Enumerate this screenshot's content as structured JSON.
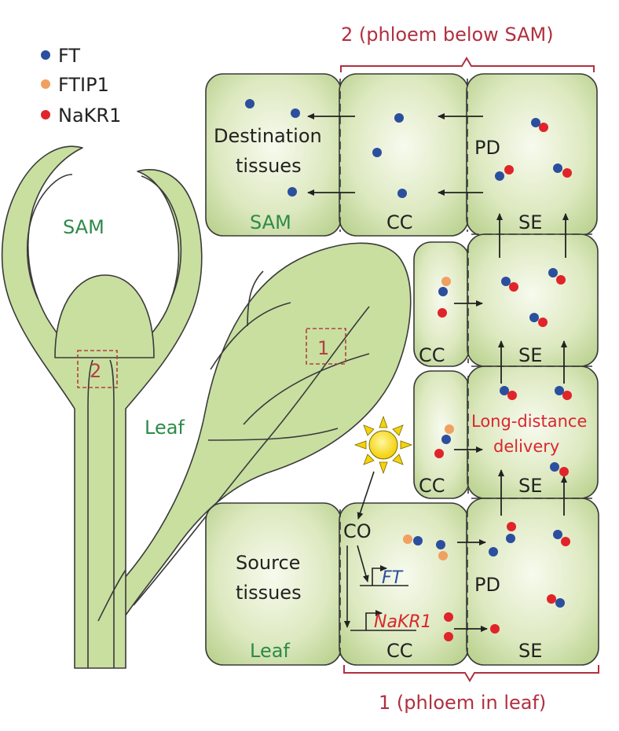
{
  "legend": {
    "ft": "FT",
    "ftip1": "FTIP1",
    "nakr1": "NaKR1"
  },
  "colors": {
    "ft": "#2b4f9e",
    "ftip1": "#f0a060",
    "nakr1": "#e0242a",
    "cell_fill": "#cfe0a8",
    "cell_stroke": "#3a3a3a",
    "plant_fill": "#c8dfa0",
    "green_text": "#2e8a4a",
    "red_text": "#c0282d",
    "brace": "#b03040",
    "box": "#b34040"
  },
  "brackets": {
    "top": "2 (phloem below SAM)",
    "bottom": "1 (phloem in leaf)"
  },
  "plant": {
    "sam": "SAM",
    "leaf": "Leaf",
    "box1": "1",
    "box2": "2"
  },
  "cells": {
    "destination": [
      "Destination",
      "tissues"
    ],
    "sam": "SAM",
    "cc": "CC",
    "se": "SE",
    "pd": "PD",
    "source": [
      "Source",
      "tissues"
    ],
    "leaf": "Leaf",
    "co": "CO",
    "gene_ft": "FT",
    "gene_nakr1": "NaKR1",
    "long_distance": [
      "Long-distance",
      "delivery"
    ]
  }
}
